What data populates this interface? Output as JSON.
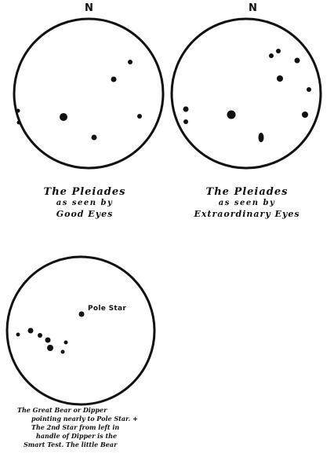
{
  "north_left": "N",
  "north_right": "N",
  "caption_left": {
    "title": "The Pleiades",
    "line2": "as seen by",
    "line3": "Good Eyes"
  },
  "caption_right": {
    "title": "The Pleiades",
    "line2": "as seen by",
    "line3": "Extraordinary Eyes"
  },
  "pole_star_label": "Pole Star",
  "dipper_note": {
    "line1": "The Great Bear or Dipper",
    "line2": "pointing nearly to Pole Star. +",
    "line3": "The 2nd Star from left in",
    "line4": "handle of Dipper is the",
    "line5": "Smart Test. The little Bear"
  },
  "colors": {
    "ink": "#111111",
    "paper": "#ffffff"
  }
}
